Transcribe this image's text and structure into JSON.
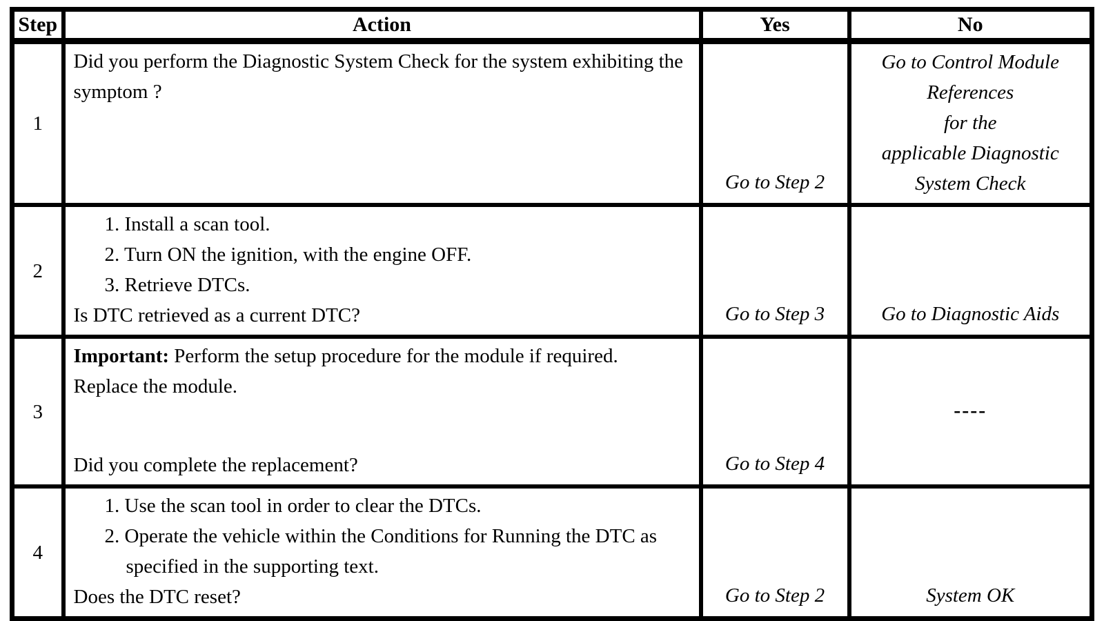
{
  "table": {
    "headers": {
      "step": "Step",
      "action": "Action",
      "yes": "Yes",
      "no": "No"
    },
    "rows": [
      {
        "step": "1",
        "question": "Did you perform the Diagnostic System Check for the system exhibiting the symptom ?",
        "yes": "Go to Step 2",
        "no_lines": [
          "Go to Control Module",
          "References",
          "for the",
          "applicable Diagnostic",
          "System Check"
        ]
      },
      {
        "step": "2",
        "list": [
          "1. Install a scan tool.",
          "2. Turn ON the ignition, with the engine OFF.",
          "3. Retrieve DTCs."
        ],
        "question": "Is DTC retrieved as a current DTC?",
        "yes": "Go to Step 3",
        "no": "Go to Diagnostic Aids"
      },
      {
        "step": "3",
        "important_label": "Important:",
        "important_text": " Perform the setup procedure for the module if required.",
        "paragraph": "Replace the module.",
        "question": "Did you complete the replacement?",
        "yes": "Go to Step 4",
        "no": "----"
      },
      {
        "step": "4",
        "list": [
          "1. Use the scan tool in order to clear the DTCs.",
          "2. Operate the vehicle within the Conditions for Running the DTC as specified in the supporting text."
        ],
        "question": "Does the DTC reset?",
        "yes": "Go to Step 2",
        "no": "System OK"
      }
    ]
  }
}
